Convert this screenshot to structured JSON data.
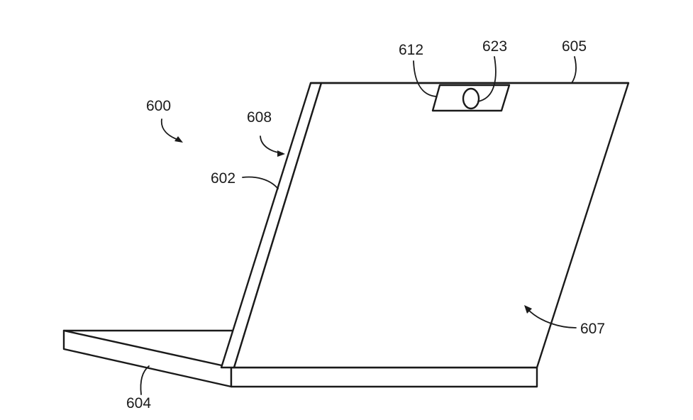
{
  "labels": {
    "ref_600": "600",
    "ref_602": "602",
    "ref_604": "604",
    "ref_605": "605",
    "ref_607": "607",
    "ref_608": "608",
    "ref_612": "612",
    "ref_623": "623"
  },
  "colors": {
    "line": "#1a1a1a",
    "background": "#ffffff"
  }
}
